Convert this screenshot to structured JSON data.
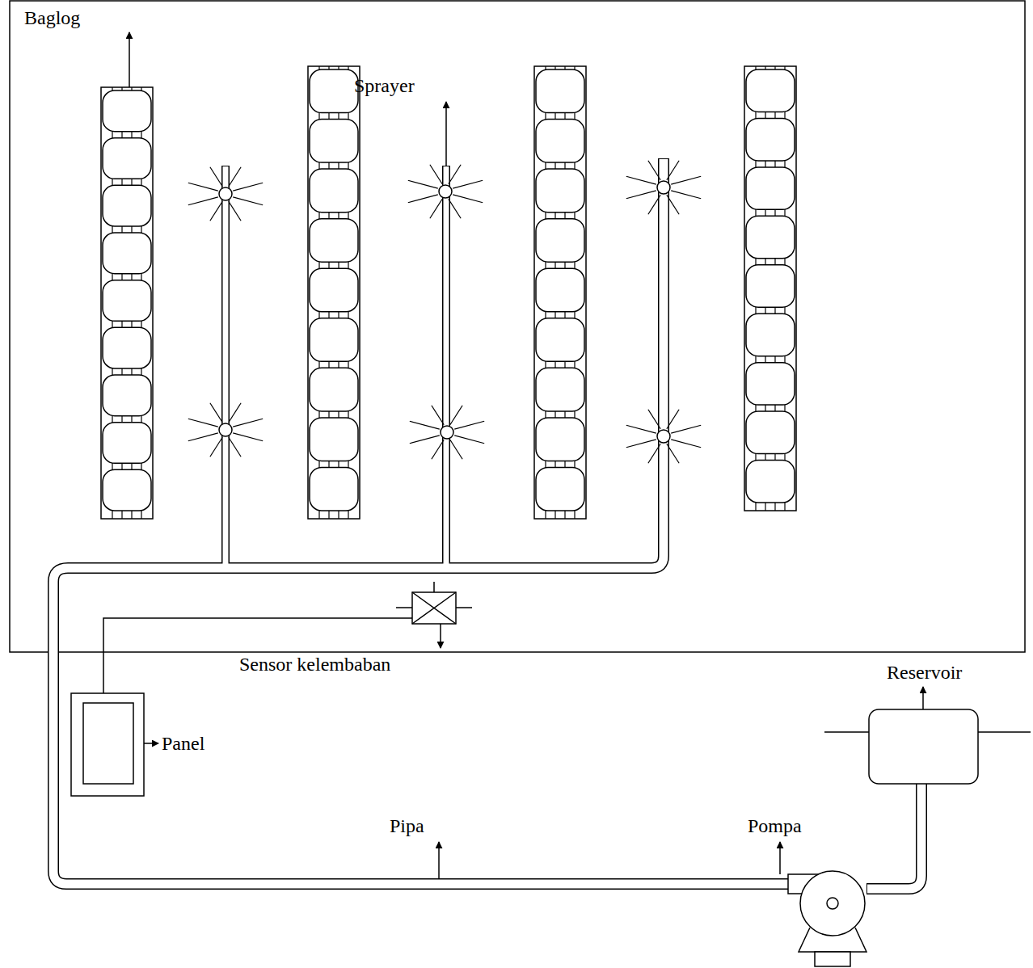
{
  "diagram": {
    "labels": [
      "Baglog",
      "Sprayer",
      "Sensor kelembaban",
      "Reservoir",
      "Panel",
      "Pipa",
      "Pompa"
    ]
  }
}
